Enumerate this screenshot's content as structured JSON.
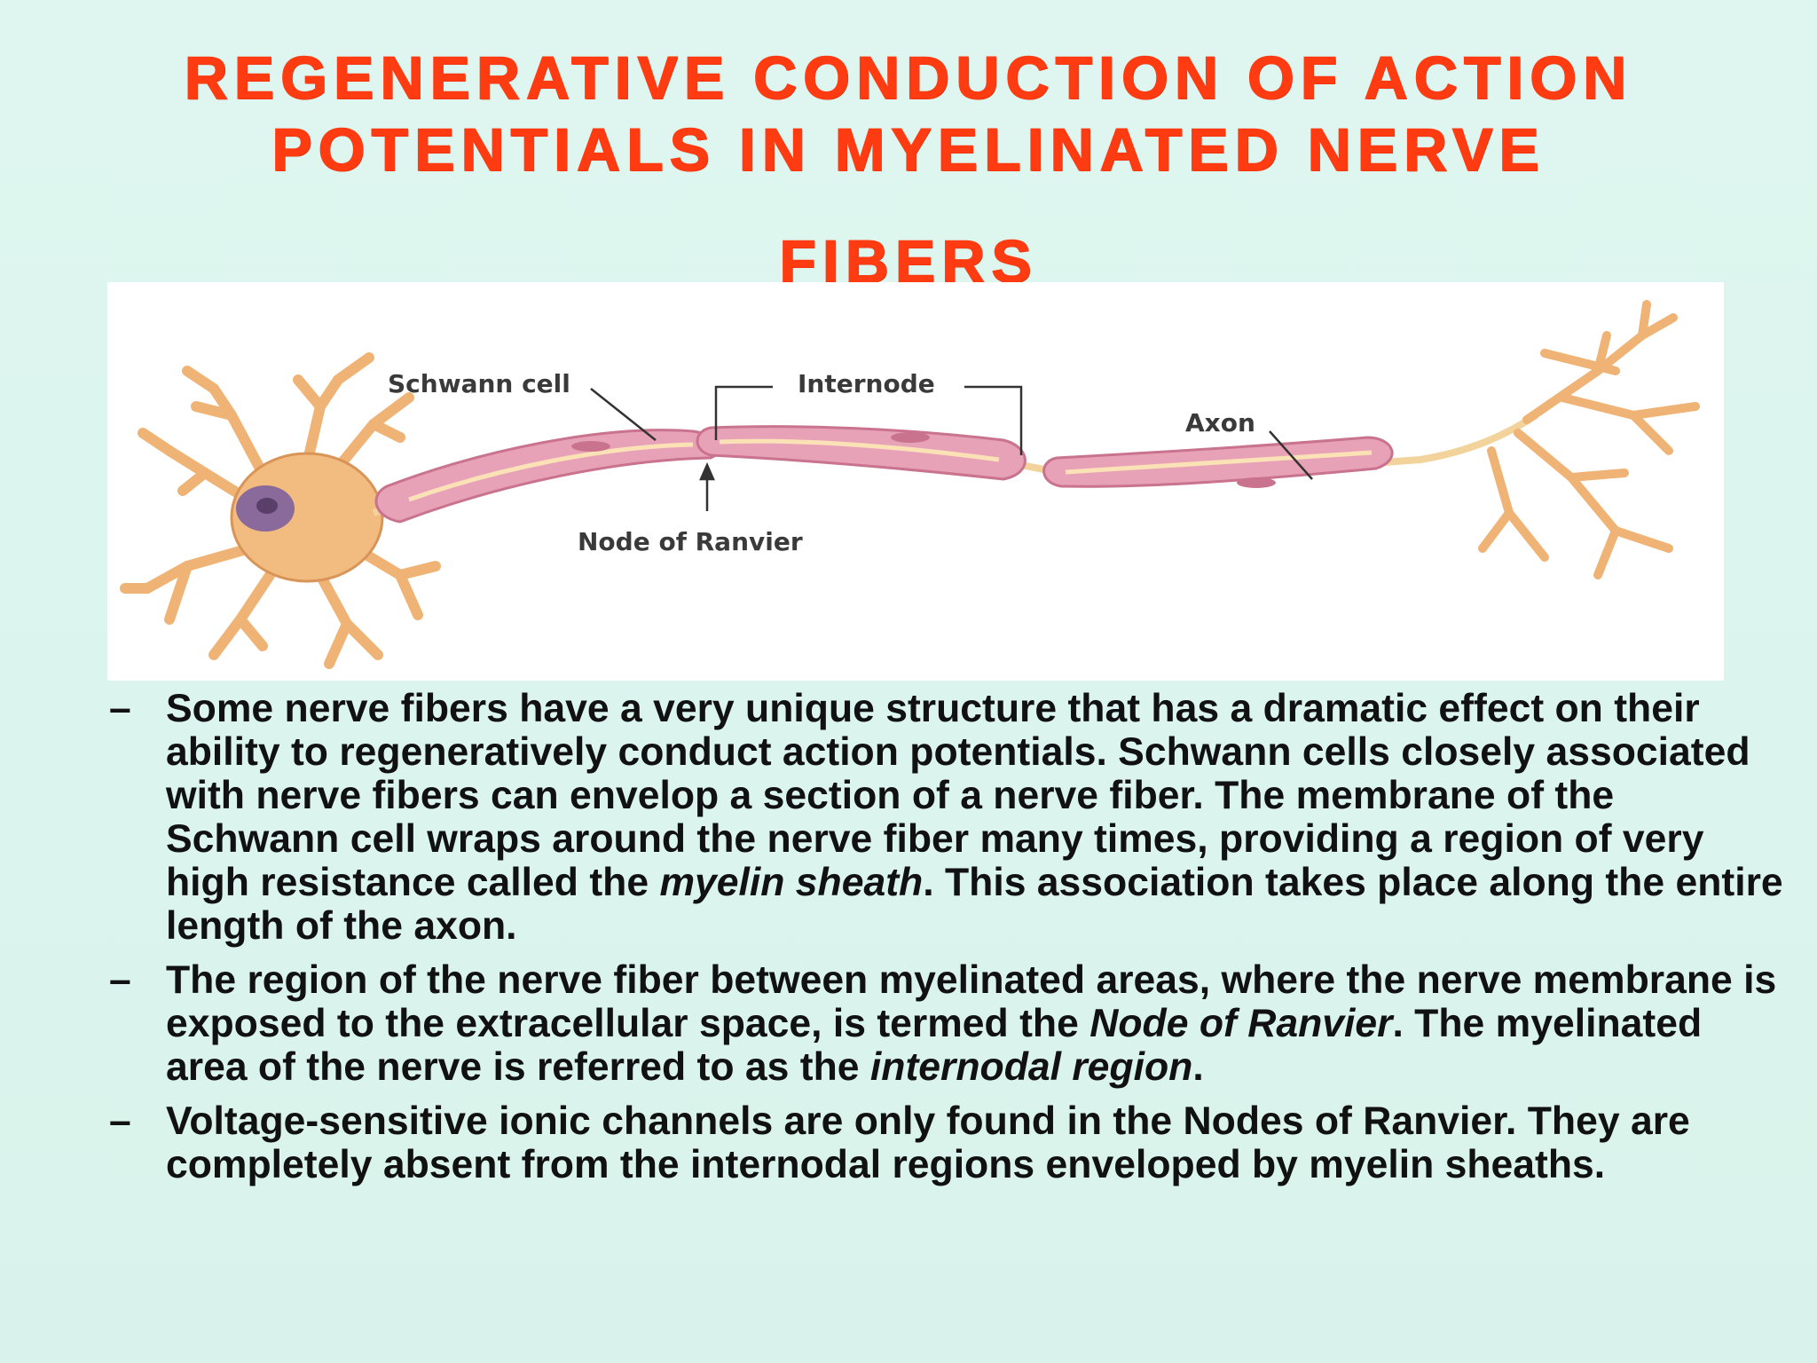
{
  "title": {
    "line1": "REGENERATIVE CONDUCTION OF ACTION",
    "line2": "POTENTIALS IN MYELINATED NERVE",
    "line3": "FIBERS"
  },
  "figure": {
    "labels": {
      "schwann_cell": "Schwann cell",
      "internode": "Internode",
      "axon": "Axon",
      "node_of_ranvier": "Node of Ranvier"
    },
    "colors": {
      "myelin": "#e8a2b8",
      "axon_core": "#fae1b6",
      "neuron_body": "#f2bb80",
      "nucleus": "#8a6a9a"
    }
  },
  "bullets": [
    {
      "marker": "–",
      "parts": [
        {
          "text": "Some nerve fibers have a very unique structure that has a dramatic effect on their ability to regeneratively conduct action potentials. Schwann cells closely associated with nerve fibers can envelop a section of a nerve fiber. The membrane of the Schwann cell wraps around the nerve fiber many times, providing a region of very high resistance called the "
        },
        {
          "text": "myelin sheath",
          "italic": true
        },
        {
          "text": ". This association takes place along the entire length of the axon."
        }
      ]
    },
    {
      "marker": "–",
      "parts": [
        {
          "text": "The region of the nerve fiber between myelinated areas, where the nerve membrane is exposed to the extracellular space, is termed the "
        },
        {
          "text": "Node of Ranvier",
          "italic": true
        },
        {
          "text": ". The myelinated area of the nerve is referred to as the "
        },
        {
          "text": "internodal region",
          "italic": true
        },
        {
          "text": "."
        }
      ]
    },
    {
      "marker": "–",
      "parts": [
        {
          "text": "Voltage-sensitive ionic channels are only found in the Nodes of Ranvier. They are completely absent from the internodal regions enveloped by myelin sheaths."
        }
      ]
    }
  ]
}
